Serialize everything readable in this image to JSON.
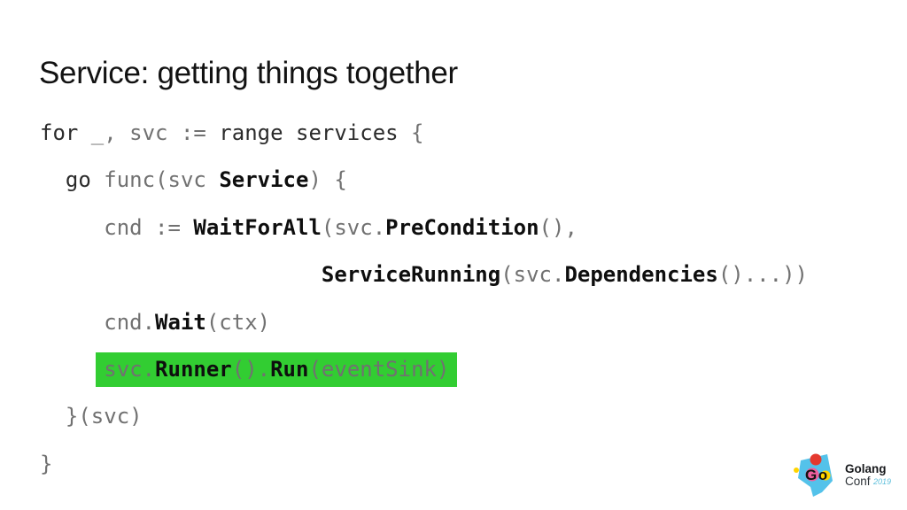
{
  "slide": {
    "title": "Service: getting things together"
  },
  "code": {
    "highlight_color": "#32cd32",
    "token_colors": {
      "keyword": "#2b2b2b",
      "plain": "#717171",
      "function_bold": "#0e0e0e"
    },
    "lines": [
      {
        "indent": 0,
        "highlight": false,
        "tokens": [
          {
            "t": "for ",
            "c": "kw"
          },
          {
            "t": "_, svc := ",
            "c": "id"
          },
          {
            "t": "range services ",
            "c": "kw"
          },
          {
            "t": "{",
            "c": "id"
          }
        ]
      },
      {
        "indent": 2,
        "highlight": false,
        "tokens": [
          {
            "t": "go ",
            "c": "kw"
          },
          {
            "t": "func(svc ",
            "c": "id"
          },
          {
            "t": "Service",
            "c": "fn"
          },
          {
            "t": ") {",
            "c": "id"
          }
        ]
      },
      {
        "indent": 5,
        "highlight": false,
        "tokens": [
          {
            "t": "cnd := ",
            "c": "id"
          },
          {
            "t": "WaitForAll",
            "c": "fn"
          },
          {
            "t": "(svc.",
            "c": "id"
          },
          {
            "t": "PreCondition",
            "c": "fn"
          },
          {
            "t": "(),",
            "c": "id"
          }
        ]
      },
      {
        "indent": 22,
        "highlight": false,
        "tokens": [
          {
            "t": "ServiceRunning",
            "c": "fn"
          },
          {
            "t": "(svc.",
            "c": "id"
          },
          {
            "t": "Dependencies",
            "c": "fn"
          },
          {
            "t": "()...))",
            "c": "id"
          }
        ]
      },
      {
        "indent": 5,
        "highlight": false,
        "tokens": [
          {
            "t": "cnd.",
            "c": "id"
          },
          {
            "t": "Wait",
            "c": "fn"
          },
          {
            "t": "(ctx)",
            "c": "id"
          }
        ]
      },
      {
        "indent": 5,
        "highlight": true,
        "tokens": [
          {
            "t": "svc.",
            "c": "id"
          },
          {
            "t": "Runner",
            "c": "fn"
          },
          {
            "t": "().",
            "c": "id"
          },
          {
            "t": "Run",
            "c": "fn"
          },
          {
            "t": "(eventSink)",
            "c": "id"
          }
        ]
      },
      {
        "indent": 2,
        "highlight": false,
        "tokens": [
          {
            "t": "}(svc)",
            "c": "id"
          }
        ]
      },
      {
        "indent": 0,
        "highlight": false,
        "tokens": [
          {
            "t": "}",
            "c": "id"
          }
        ]
      }
    ]
  },
  "logo": {
    "mark_text": "Go",
    "brand_top": "Golang",
    "brand_bottom": "Conf",
    "year": "2019",
    "colors": {
      "blue": "#54c2ea",
      "red": "#e5392f",
      "pink": "#ef5f9e",
      "yellow": "#ffd400",
      "go_text": "#141414",
      "brand_dark": "#17191c",
      "conf_dark": "#2e3338",
      "year_blue": "#5fc0dc"
    }
  }
}
